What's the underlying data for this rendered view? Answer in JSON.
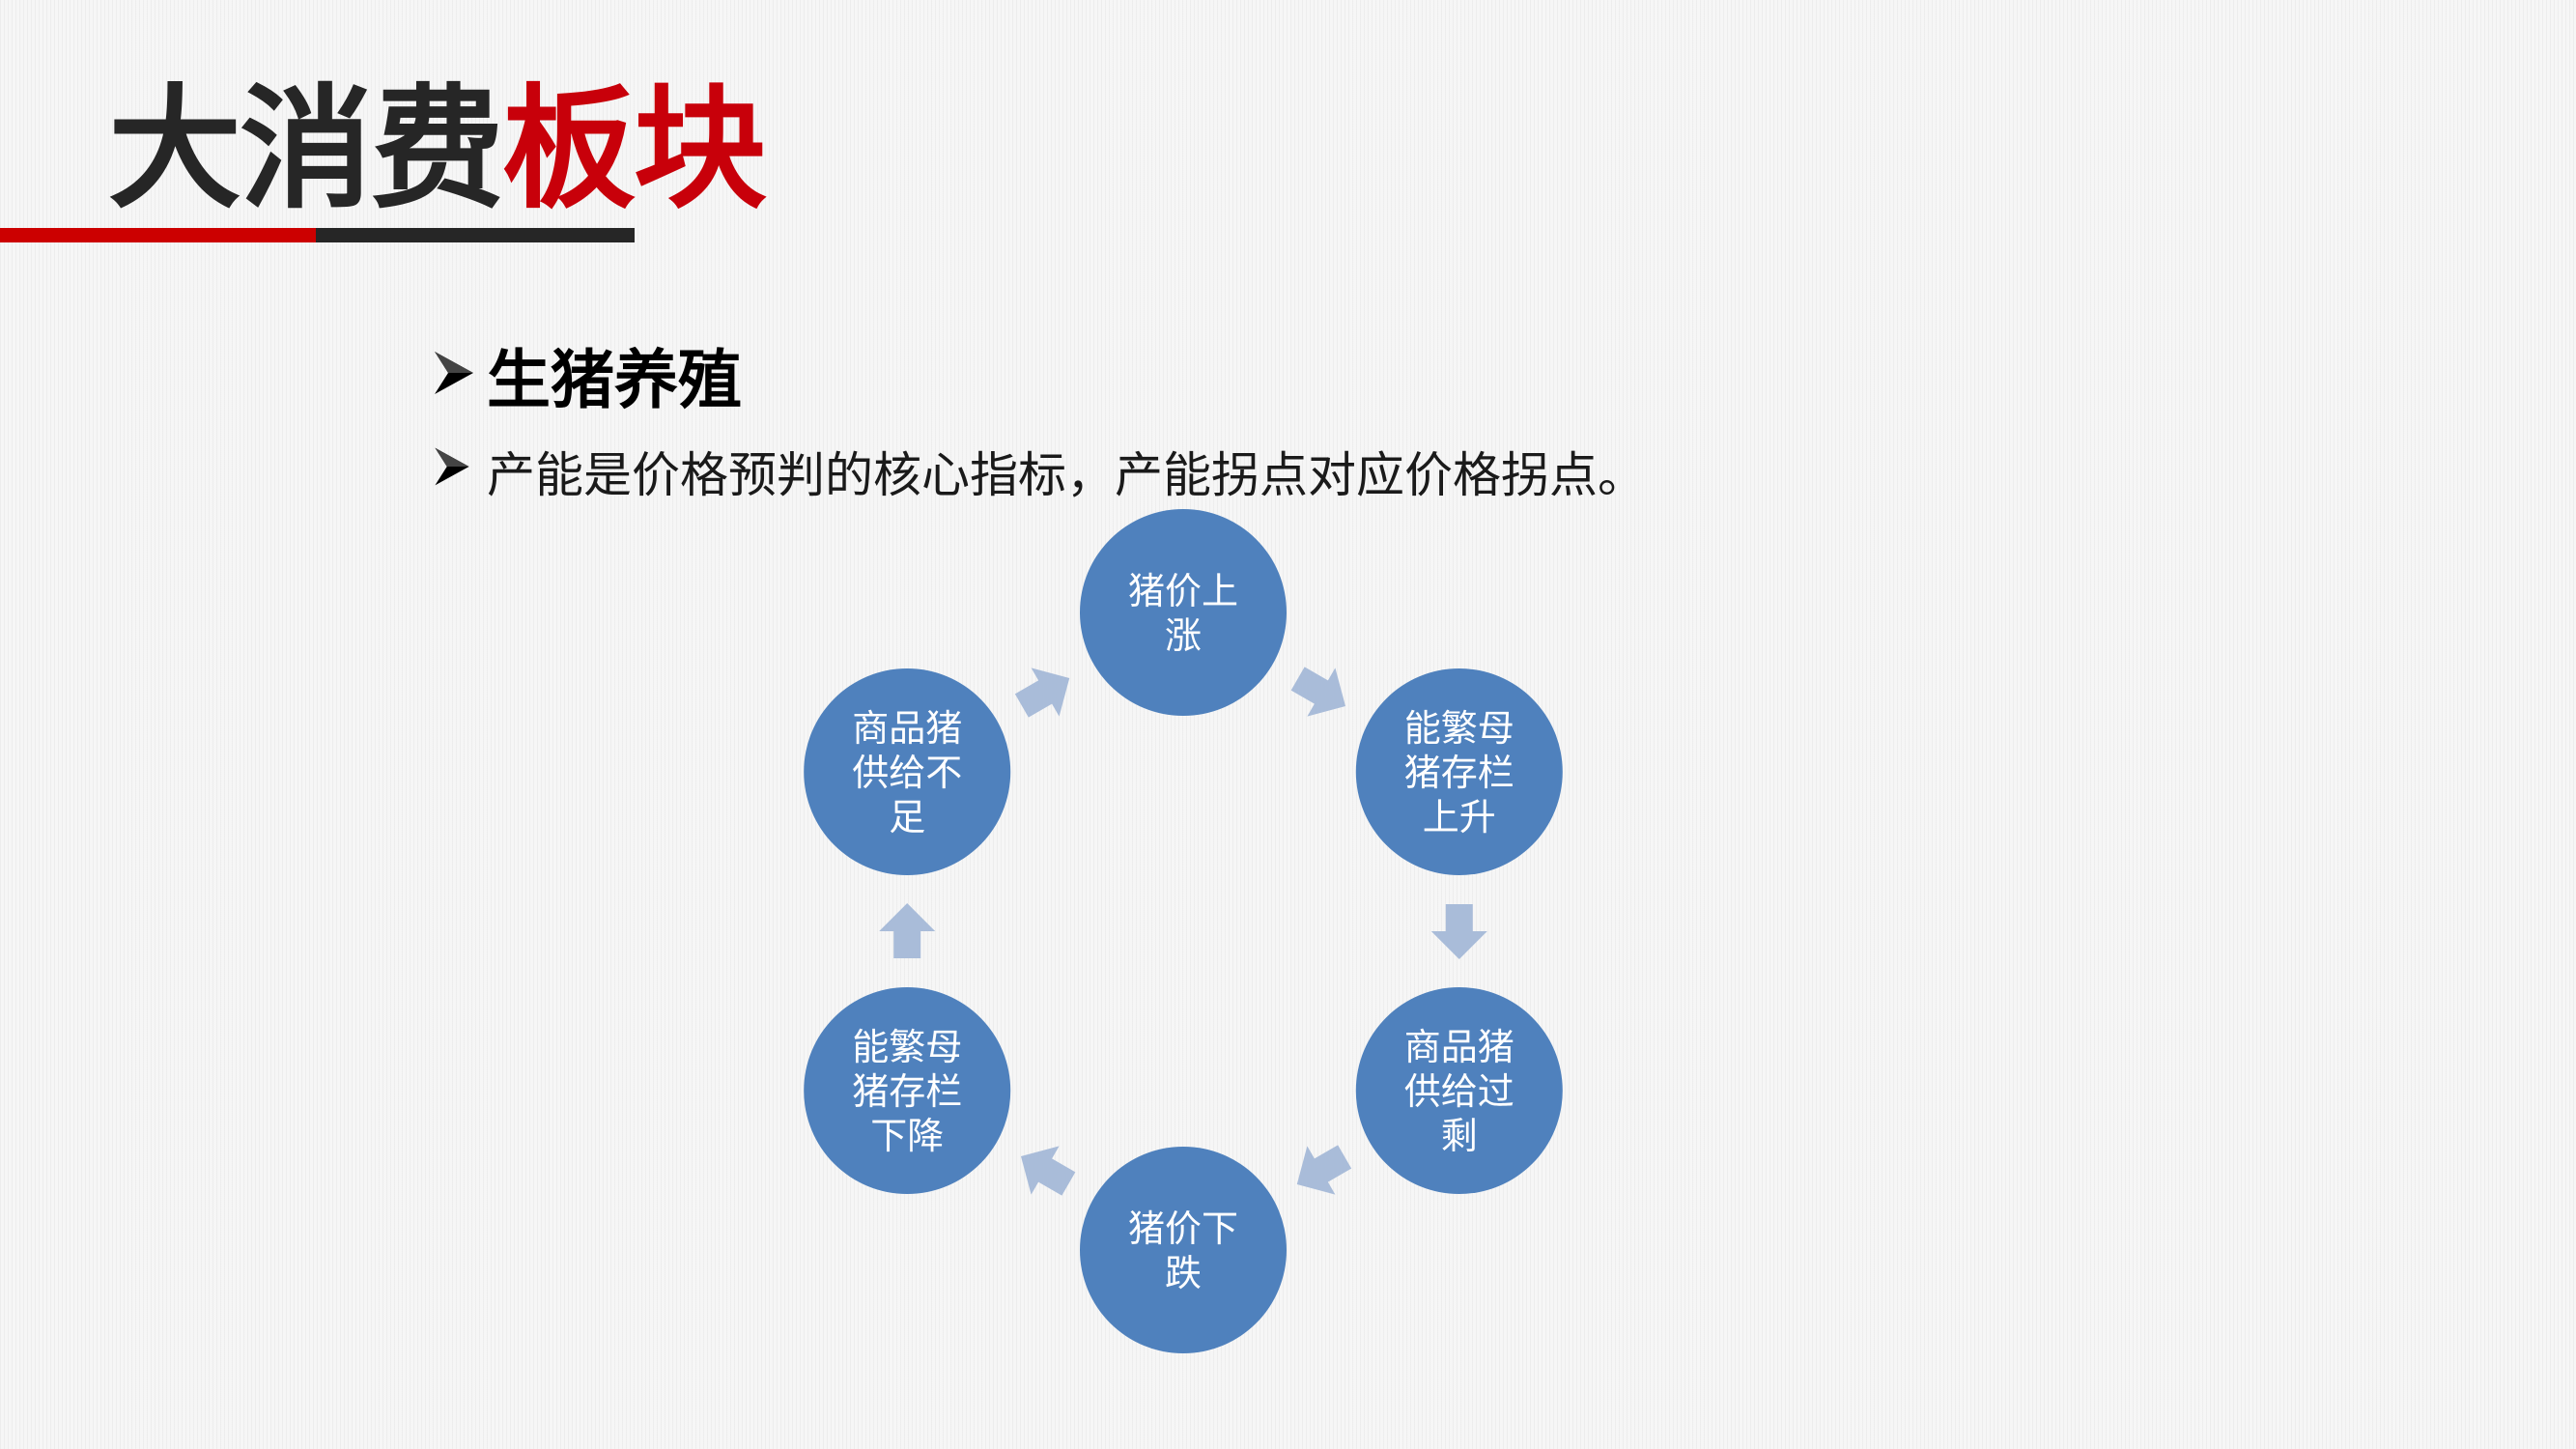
{
  "title": {
    "part_dark": "大消费",
    "part_red": "板块",
    "colors": {
      "dark": "#262626",
      "red": "#c8000a"
    }
  },
  "bullets": [
    {
      "icon": "arrowhead-bullet-icon",
      "text": "生猪养殖"
    },
    {
      "icon": "arrowhead-bullet-icon",
      "text": "产能是价格预判的核心指标，产能拐点对应价格拐点。"
    }
  ],
  "cycle": {
    "node_color": "#4f81bd",
    "arrow_color": "#a9bcd9",
    "nodes": [
      {
        "lines": [
          "猪价上",
          "涨"
        ]
      },
      {
        "lines": [
          "能繁母",
          "猪存栏",
          "上升"
        ]
      },
      {
        "lines": [
          "商品猪",
          "供给过",
          "剩"
        ]
      },
      {
        "lines": [
          "猪价下",
          "跌"
        ]
      },
      {
        "lines": [
          "能繁母",
          "猪存栏",
          "下降"
        ]
      },
      {
        "lines": [
          "商品猪",
          "供给不",
          "足"
        ]
      }
    ]
  }
}
